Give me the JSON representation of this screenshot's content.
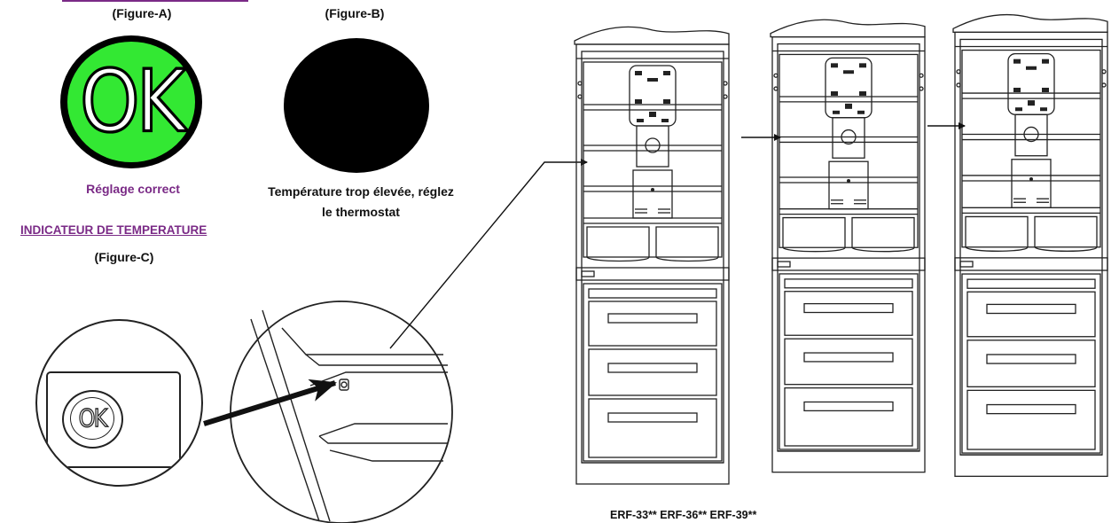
{
  "figure_a": {
    "caption": "(Figure-A)",
    "indicator_text": "OK",
    "label": "Réglage correct",
    "color": "#33e833"
  },
  "figure_b": {
    "caption": "(Figure-B)",
    "label_line1": "Température trop élevée, réglez",
    "label_line2": "le thermostat",
    "color": "#000000"
  },
  "figure_c": {
    "section_title": "INDICATEUR DE TEMPERATURE",
    "caption": "(Figure-C)",
    "indicator_text": "OK"
  },
  "models_label": "ERF-33** ERF-36** ERF-39**",
  "colors": {
    "accent_purple": "#7a2a86",
    "line": "#222222"
  }
}
